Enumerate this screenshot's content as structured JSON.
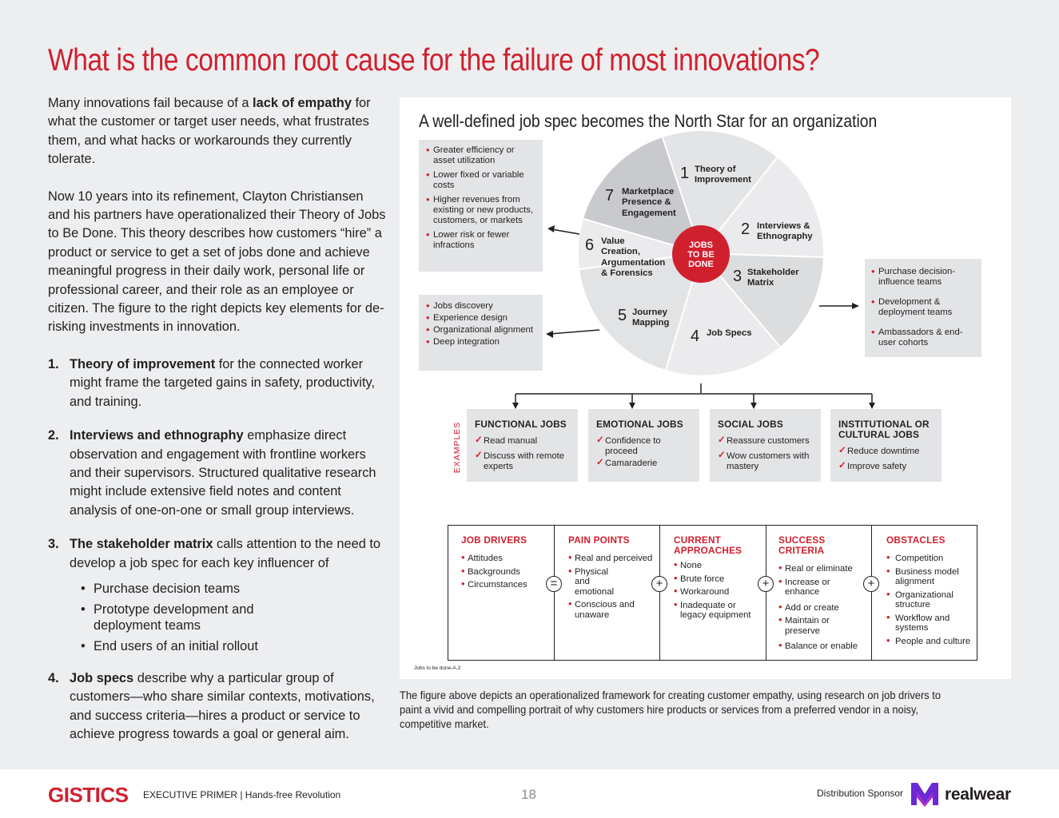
{
  "title": "What is the common root cause for the failure of most innovations?",
  "intro": {
    "p1_before": "Many innovations fail because of a ",
    "p1_bold": "lack of empathy",
    "p1_after": " for what the customer or target user needs, what frustrates them, and what hacks or workarounds they currently tolerate.",
    "p2": "Now 10 years into its refinement, Clayton Christiansen and his partners have operationalized their Theory of Jobs to Be Done. This theory describes how customers “hire” a product or service to get a set of jobs done and achieve meaningful progress in their daily work, personal life or professional career, and their role as an employee or citizen. The figure to the right depicts key elements for de-risking investments in innovation."
  },
  "list": [
    {
      "num": "1.",
      "bold": "Theory of improvement",
      "text": " for the connected worker might frame the targeted gains in safety, productivity, and training."
    },
    {
      "num": "2.",
      "bold": "Interviews and ethnography",
      "text": " emphasize direct observation and engagement with frontline workers and their supervisors. Structured qualitative research might include extensive field notes and content analysis of one-on-one or small group interviews."
    },
    {
      "num": "3.",
      "bold": "The stakeholder matrix",
      "text": " calls attention to the need to develop a job spec for each key influencer of"
    },
    {
      "num": "4.",
      "bold": "Job specs",
      "text": " describe why a particular group of customers—who share similar contexts, motivations, and success criteria—hires a product or service to achieve progress towards a goal or general aim."
    }
  ],
  "sublist": [
    "Purchase decision teams",
    "Prototype development and deployment teams",
    "End users of an initial rollout"
  ],
  "figure": {
    "title": "A well-defined job spec becomes the North Star for an organization",
    "center": [
      "JOBS",
      "TO BE",
      "DONE"
    ],
    "segments": [
      {
        "num": "1",
        "label": [
          "Theory of",
          "Improvement"
        ]
      },
      {
        "num": "2",
        "label": [
          "Interviews &",
          "Ethnography"
        ]
      },
      {
        "num": "3",
        "label": [
          "Stakeholder",
          "Matrix"
        ]
      },
      {
        "num": "4",
        "label": [
          "Job Specs"
        ]
      },
      {
        "num": "5",
        "label": [
          "Journey",
          "Mapping"
        ]
      },
      {
        "num": "6",
        "label": [
          "Value",
          "Creation,",
          "Argumentation",
          "& Forensics"
        ]
      },
      {
        "num": "7",
        "label": [
          "Marketplace",
          "Presence &",
          "Engagement"
        ]
      }
    ],
    "box_top_left": [
      "Greater efficiency or asset utilization",
      "Lower fixed or variable costs",
      "Higher revenues from existing or new products, customers, or markets",
      "Lower risk or fewer infractions"
    ],
    "box_mid_left": [
      "Jobs discovery",
      "Experience design",
      "Organizational alignment",
      "Deep integration"
    ],
    "box_right": [
      "Purchase decision-influence teams",
      "Development & deployment teams",
      "Ambassadors & end-user cohorts"
    ],
    "examples_label": "EXAMPLES",
    "jobs": [
      {
        "title": "FUNCTIONAL JOBS",
        "items": [
          "Read manual",
          "Discuss with remote experts"
        ]
      },
      {
        "title": "EMOTIONAL JOBS",
        "items": [
          "Confidence to proceed",
          "Camaraderie"
        ]
      },
      {
        "title": "SOCIAL JOBS",
        "items": [
          "Reassure customers",
          "Wow customers with mastery"
        ]
      },
      {
        "title": "INSTITUTIONAL OR CULTURAL JOBS",
        "items": [
          "Reduce downtime",
          "Improve safety"
        ]
      }
    ],
    "table": [
      {
        "title": "JOB DRIVERS",
        "items": [
          "Attitudes",
          "Backgrounds",
          "Circumstances"
        ]
      },
      {
        "title": "PAIN POINTS",
        "items": [
          "Real and perceived",
          "Physical and emotional",
          "Conscious and unaware"
        ]
      },
      {
        "title": "CURRENT APPROACHES",
        "items": [
          "None",
          "Brute force",
          "Workaround",
          "Inadequate or legacy equipment"
        ]
      },
      {
        "title": "SUCCESS CRITERIA",
        "items": [
          "Real or eliminate",
          "Increase or enhance",
          "Add or create",
          "Maintain or preserve",
          "Balance or enable"
        ]
      },
      {
        "title": "OBSTACLES",
        "items": [
          "Competition",
          "Business model alignment",
          "Organizational structure",
          "Workflow and systems",
          "People and culture"
        ]
      }
    ],
    "operators": [
      "=",
      "+",
      "+",
      "+"
    ],
    "note": "Jobs to be done-A.2"
  },
  "caption": "The figure above depicts an operationalized framework for creating customer empathy, using research on job drivers to paint a vivid and compelling portrait of why customers hire products or services from a preferred vendor in a noisy, competitive market.",
  "footer": {
    "logo": "GISTICS",
    "primer": "EXECUTIVE PRIMER  |  Hands-free Revolution",
    "page": "18",
    "sponsor": "Distribution Sponsor",
    "brand": "realwear"
  },
  "colors": {
    "accent": "#d0202e",
    "gray_box": "#e3e4e6"
  }
}
